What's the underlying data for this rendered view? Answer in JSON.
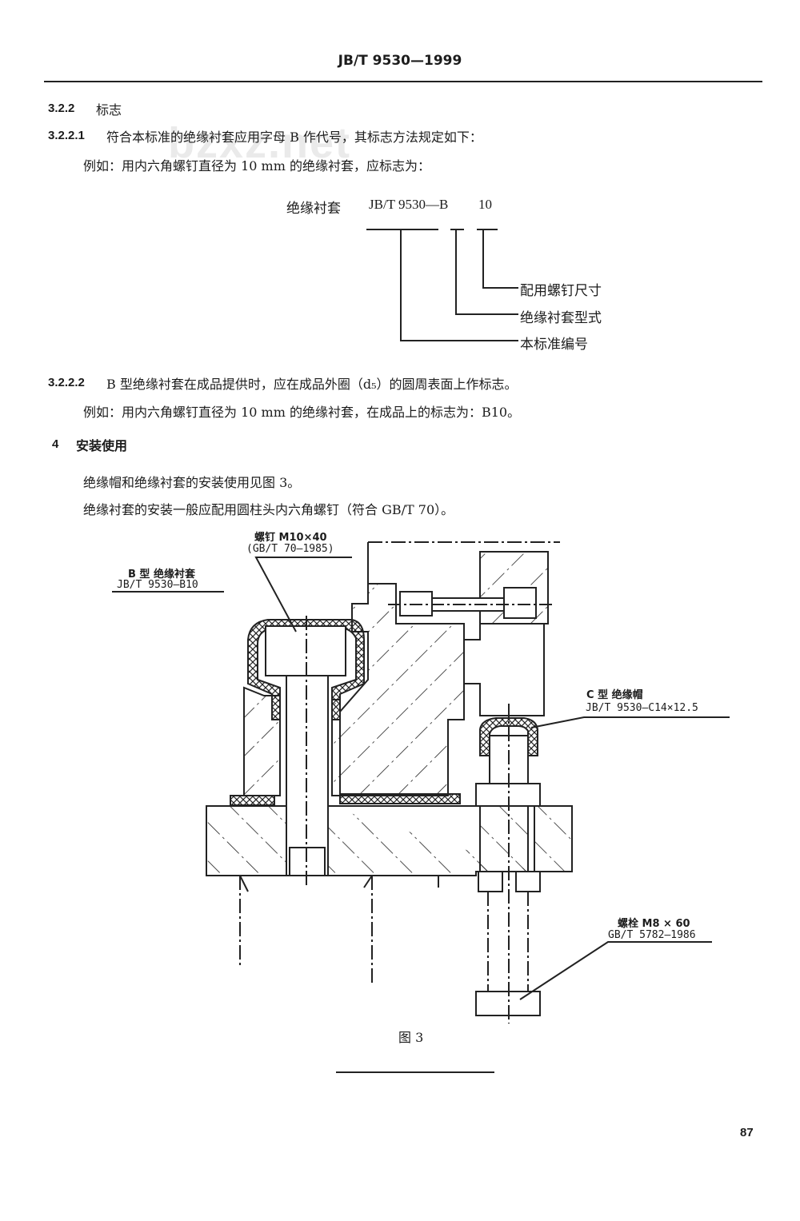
{
  "header": {
    "title": "JB/T 9530—1999"
  },
  "watermark": "bzxz.net",
  "section_3_2_2": {
    "number": "3.2.2",
    "title": "标志"
  },
  "section_3_2_2_1": {
    "number": "3.2.2.1",
    "text": "符合本标准的绝缘衬套应用字母 B 作代号，其标志方法规定如下：",
    "example": "例如：用内六角螺钉直径为 10 mm 的绝缘衬套，应标志为："
  },
  "marking": {
    "name": "绝缘衬套",
    "standard": "JB/T 9530—B",
    "size": "10",
    "legend_size": "配用螺钉尺寸",
    "legend_type": "绝缘衬套型式",
    "legend_std": "本标准编号"
  },
  "section_3_2_2_2": {
    "number": "3.2.2.2",
    "text": "B 型绝缘衬套在成品提供时，应在成品外圈（d₅）的圆周表面上作标志。",
    "example": "例如：用内六角螺钉直径为 10 mm 的绝缘衬套，在成品上的标志为：B10。"
  },
  "section_4": {
    "number": "4",
    "title": "安装使用",
    "p1": "绝缘帽和绝缘衬套的安装使用见图 3。",
    "p2": "绝缘衬套的安装一般应配用圆柱头内六角螺钉（符合 GB/T 70）。"
  },
  "figure": {
    "screw_l1": "螺钉 M10×40",
    "screw_l2": "(GB/T 70—1985)",
    "bush_l1": "B 型 绝缘衬套",
    "bush_l2": "JB/T 9530—B10",
    "cap_l1": "C 型 绝缘帽",
    "cap_l2": "JB/T 9530—C14×12.5",
    "bolt_l1": "螺栓 M8 × 60",
    "bolt_l2": "GB/T 5782—1986",
    "caption": "图 3"
  },
  "page_number": "87"
}
